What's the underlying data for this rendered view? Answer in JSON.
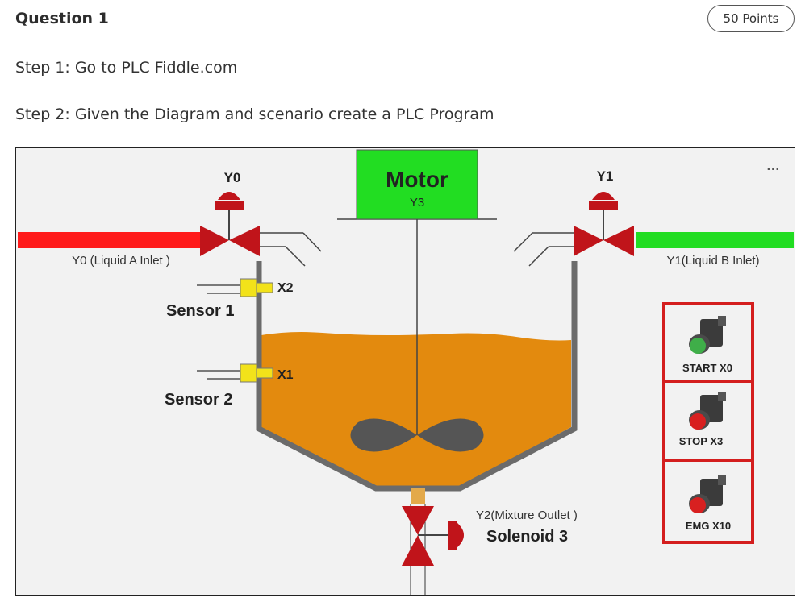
{
  "question": {
    "title": "Question 1",
    "points": "50 Points"
  },
  "steps": [
    "Step 1: Go to PLC Fiddle.com",
    "Step 2: Given the Diagram and scenario create a PLC Program"
  ],
  "diagram": {
    "menu": "...",
    "motor": {
      "label": "Motor",
      "tag": "Y3"
    },
    "valve_y0": {
      "tag": "Y0",
      "label": "Y0 (Liquid A Inlet )"
    },
    "valve_y1": {
      "tag": "Y1",
      "label": "Y1(Liquid B Inlet)"
    },
    "sensor1": {
      "label": "Sensor 1",
      "tag": "X2"
    },
    "sensor2": {
      "label": "Sensor 2",
      "tag": "X1"
    },
    "outlet": {
      "label": "Y2(Mixture Outlet )",
      "name": "Solenoid 3"
    },
    "buttons": [
      {
        "label": "START  X0",
        "color": "#3fae49"
      },
      {
        "label": "STOP X3",
        "color": "#d82020"
      },
      {
        "label": "EMG X10",
        "color": "#d82020"
      }
    ],
    "colors": {
      "liquid_a_pipe": "#ff1a1a",
      "liquid_b_pipe": "#22dd22",
      "motor_box": "#22dd22",
      "valve": "#c0141a",
      "tank_fill": "#e38a0e",
      "sensor": "#f2e21a",
      "panel_border": "#d41e1e"
    }
  }
}
